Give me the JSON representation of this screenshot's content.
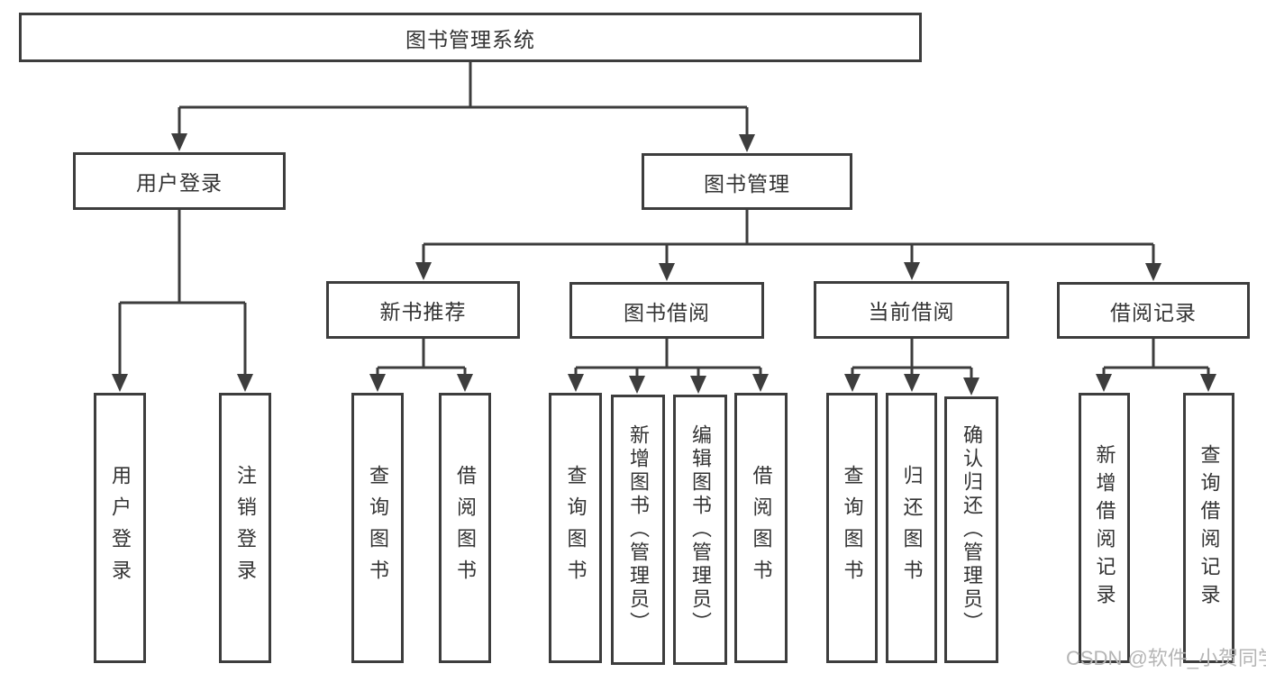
{
  "nodes": {
    "root": "图书管理系统",
    "user_login": "用户登录",
    "book_mgmt": "图书管理",
    "new_book_rec": "新书推荐",
    "book_borrow": "图书借阅",
    "current_borrow": "当前借阅",
    "borrow_record": "借阅记录",
    "ul_user_login": "用户登录",
    "ul_logout": "注销登录",
    "nb_query_book": "查询图书",
    "nb_borrow_book": "借阅图书",
    "bb_query_book": "查询图书",
    "bb_add_book": "新增图书（管理员）",
    "bb_edit_book": "编辑图书（管理员）",
    "bb_borrow_book": "借阅图书",
    "cb_query_book": "查询图书",
    "cb_return_book": "归还图书",
    "cb_confirm_return": "确认归还（管理员）",
    "br_add_record": "新增借阅记录",
    "br_query_record": "查询借阅记录"
  },
  "watermark": "CSDN @软件_小贺同学",
  "colors": {
    "line": "#3d3d3d",
    "text": "#333333",
    "watermark": "#b5b5b5",
    "background": "#ffffff"
  }
}
